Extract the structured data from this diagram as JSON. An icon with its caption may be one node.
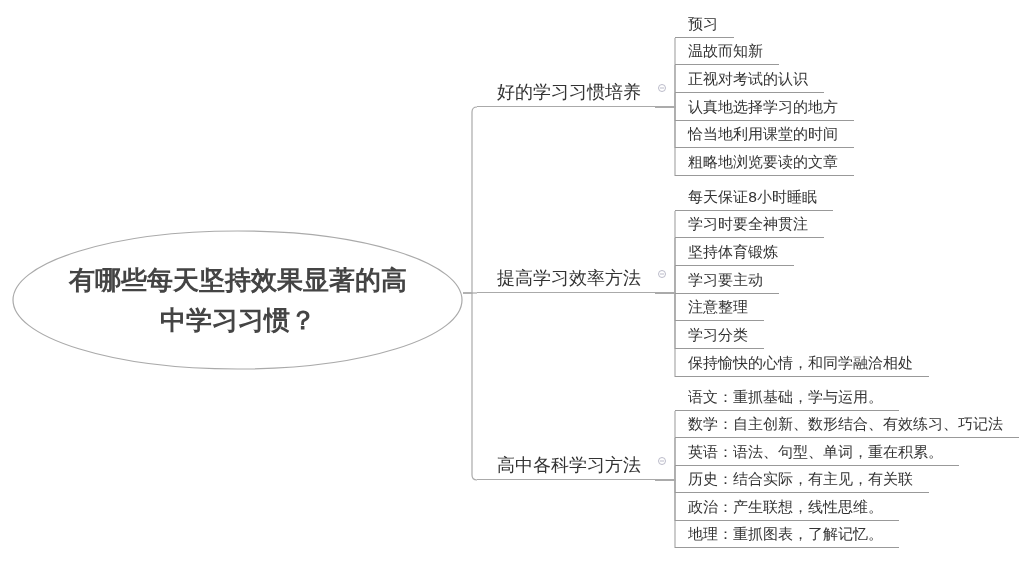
{
  "diagram": {
    "nodes": [
      {
        "text": [
          "有哪些每天坚持效果显著的高中学习习惯？"
        ]
      },
      {
        "text": [
          "好的学习习惯培养"
        ]
      },
      {
        "text": [
          "预习"
        ]
      },
      {
        "text": [
          "温故而知新"
        ]
      },
      {
        "text": [
          "正视对考试的认识"
        ]
      },
      {
        "text": [
          "认真地选择学习的地方"
        ]
      },
      {
        "text": [
          "恰当地利用课堂的时间"
        ]
      },
      {
        "text": [
          "粗略地浏览要读的文章"
        ]
      },
      {
        "text": [
          "提高学习效率方法"
        ]
      },
      {
        "text": [
          "每天保证8小时睡眠"
        ]
      },
      {
        "text": [
          "学习时要全神贯注"
        ]
      },
      {
        "text": [
          "坚持体育锻炼"
        ]
      },
      {
        "text": [
          "学习要主动"
        ]
      },
      {
        "text": [
          "注意整理"
        ]
      },
      {
        "text": [
          "学习分类"
        ]
      },
      {
        "text": [
          "保持愉快的心情，和同学融洽相处"
        ]
      },
      {
        "text": [
          "高中各科学习方法"
        ]
      },
      {
        "text": [
          "语文：重抓基础，学与运用。"
        ]
      },
      {
        "text": [
          "数学：自主创新、数形结合、有效练习、巧记法"
        ]
      },
      {
        "text": [
          "英语：语法、句型、单词，重在积累。"
        ]
      },
      {
        "text": [
          "历史：结合实际，有主见，有关联"
        ]
      },
      {
        "text": [
          "政治：产生联想，线性思维。"
        ]
      },
      {
        "text": [
          "地理：重抓图表，了解记忆。"
        ]
      }
    ],
    "edges": [
      {
        "from": 0,
        "to": 1,
        "arrow": "none"
      },
      {
        "from": 0,
        "to": 8,
        "arrow": "none"
      },
      {
        "from": 0,
        "to": 16,
        "arrow": "none"
      },
      {
        "from": 1,
        "to": 2,
        "arrow": "none"
      },
      {
        "from": 1,
        "to": 3,
        "arrow": "none"
      },
      {
        "from": 1,
        "to": 4,
        "arrow": "none"
      },
      {
        "from": 1,
        "to": 5,
        "arrow": "none"
      },
      {
        "from": 1,
        "to": 6,
        "arrow": "none"
      },
      {
        "from": 1,
        "to": 7,
        "arrow": "none"
      },
      {
        "from": 8,
        "to": 9,
        "arrow": "none"
      },
      {
        "from": 8,
        "to": 10,
        "arrow": "none"
      },
      {
        "from": 8,
        "to": 11,
        "arrow": "none"
      },
      {
        "from": 8,
        "to": 12,
        "arrow": "none"
      },
      {
        "from": 8,
        "to": 13,
        "arrow": "none"
      },
      {
        "from": 8,
        "to": 14,
        "arrow": "none"
      },
      {
        "from": 8,
        "to": 15,
        "arrow": "none"
      },
      {
        "from": 16,
        "to": 17,
        "arrow": "none"
      },
      {
        "from": 16,
        "to": 18,
        "arrow": "none"
      },
      {
        "from": 16,
        "to": 19,
        "arrow": "none"
      },
      {
        "from": 16,
        "to": 20,
        "arrow": "none"
      },
      {
        "from": 16,
        "to": 21,
        "arrow": "none"
      },
      {
        "from": 16,
        "to": 22,
        "arrow": "none"
      }
    ]
  }
}
